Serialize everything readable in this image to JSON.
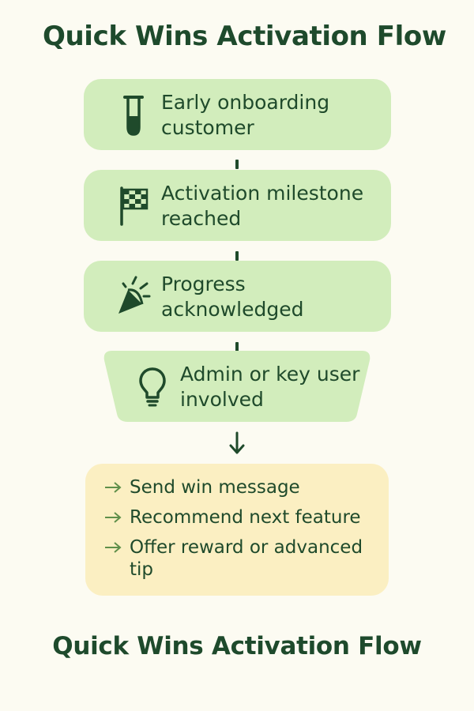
{
  "title": "Quick Wins Activation Flow",
  "steps": [
    {
      "label": "Early onboarding customer",
      "icon": "test-tube-icon"
    },
    {
      "label": "Activation milestone reached",
      "icon": "checkered-flag-icon"
    },
    {
      "label": "Progress acknowledged",
      "icon": "party-popper-icon"
    },
    {
      "label": "Admin or key user involved",
      "icon": "lightbulb-icon"
    }
  ],
  "actions": [
    "Send win message",
    "Recommend next feature",
    "Offer reward or advanced tip"
  ],
  "footer_title": "Quick Wins Activation Flow",
  "colors": {
    "background": "#fcfbf2",
    "step_fill": "#d2edbc",
    "action_fill": "#fbefc2",
    "text": "#1f4a2b",
    "action_arrow": "#5f8f4a"
  }
}
